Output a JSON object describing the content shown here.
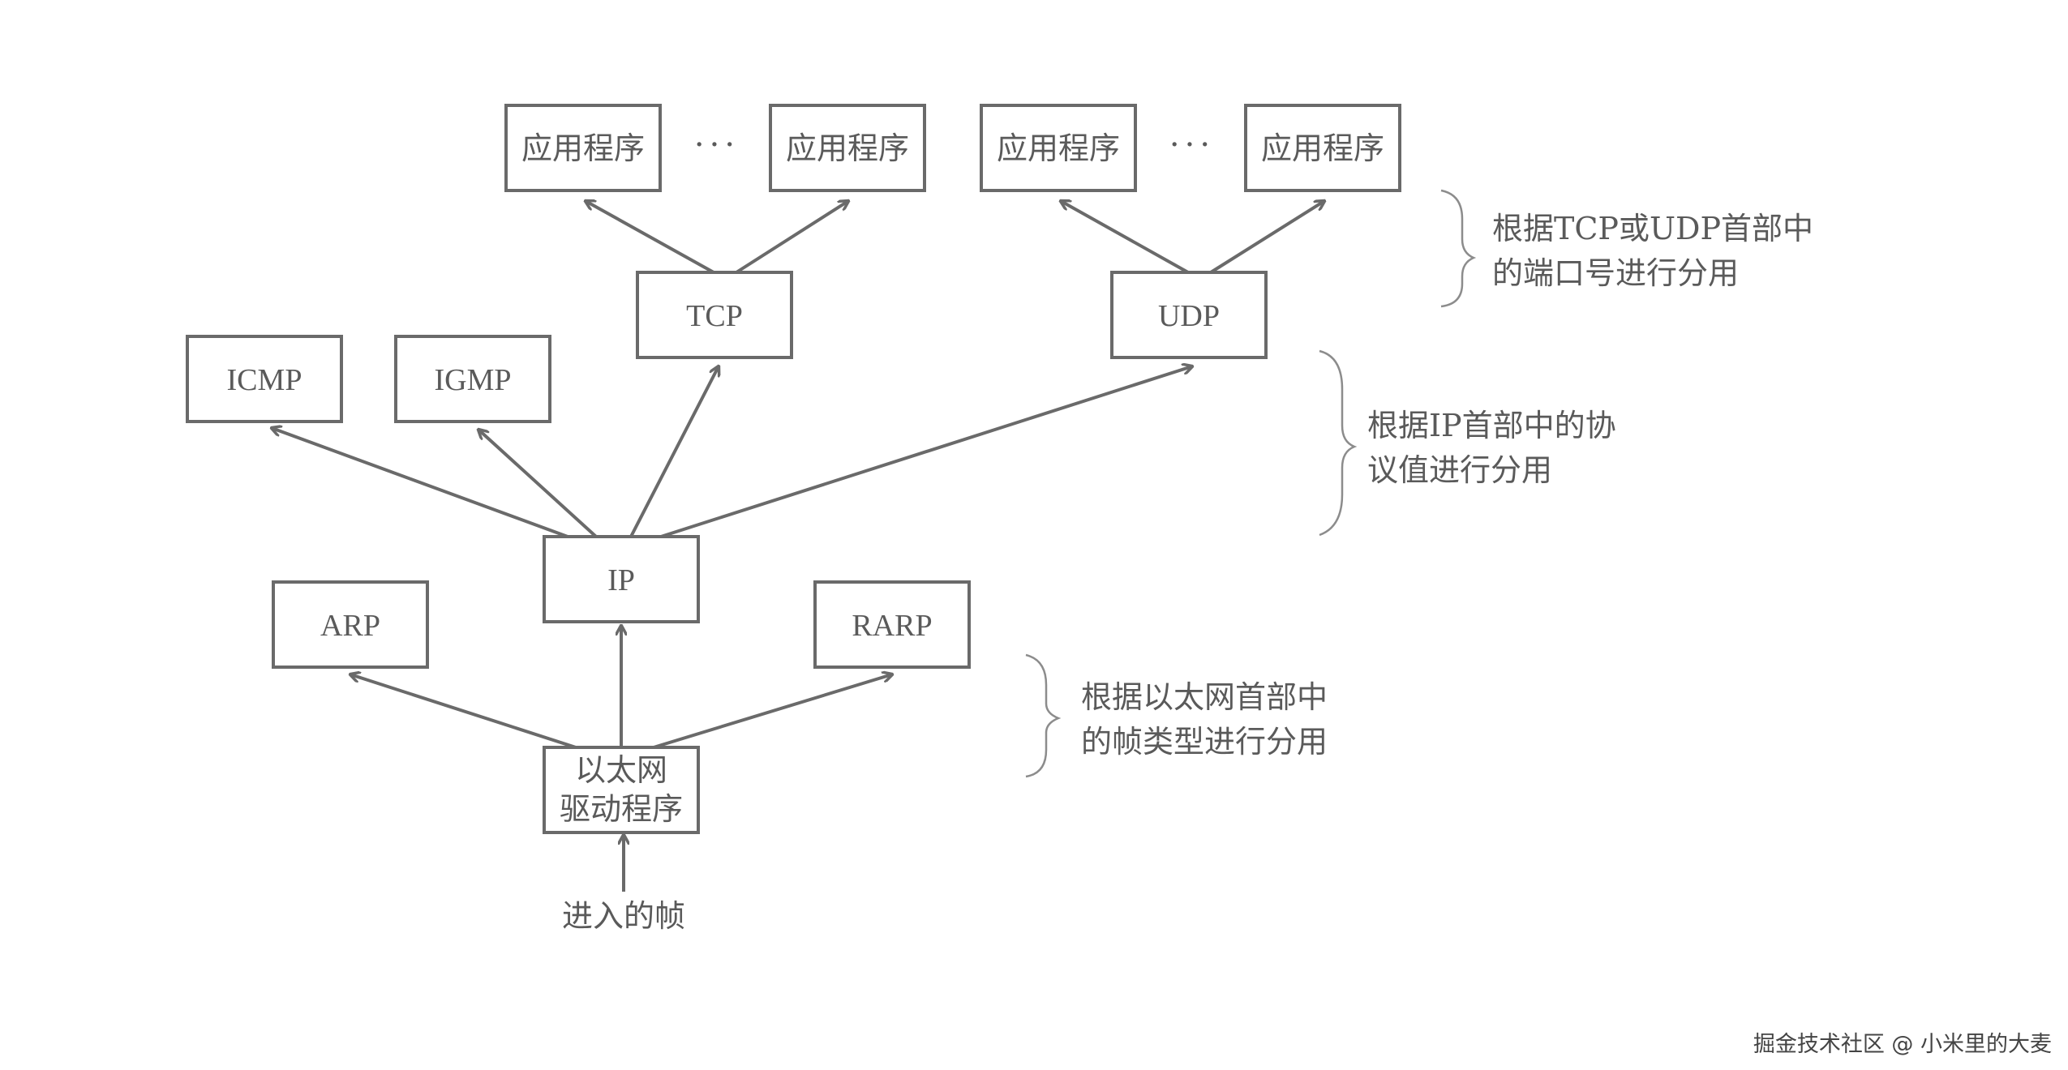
{
  "nodes": {
    "app1": "应用程序",
    "app2": "应用程序",
    "app3": "应用程序",
    "app4": "应用程序",
    "tcp": "TCP",
    "udp": "UDP",
    "icmp": "ICMP",
    "igmp": "IGMP",
    "ip": "IP",
    "arp": "ARP",
    "rarp": "RARP",
    "driver_line1": "以太网",
    "driver_line2": "驱动程序",
    "input": "进入的帧"
  },
  "ellipsis": "···",
  "notes": {
    "ports_line1": "根据TCP或UDP首部中",
    "ports_line2": "的端口号进行分用",
    "ip_line1": "根据IP首部中的协",
    "ip_line2": "议值进行分用",
    "eth_line1": "根据以太网首部中",
    "eth_line2": "的帧类型进行分用"
  },
  "watermark": "掘金技术社区 @ 小米里的大麦"
}
